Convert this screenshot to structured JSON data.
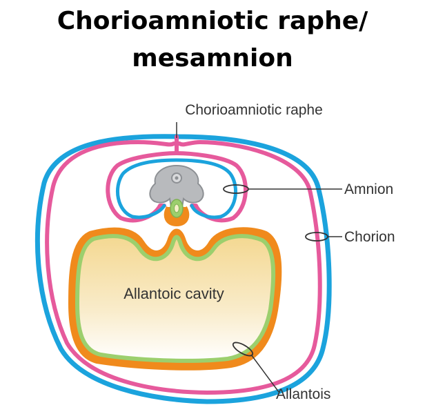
{
  "title": {
    "line1": "Chorioamniotic raphe/",
    "line2": "mesamnion"
  },
  "labels": {
    "raphe": "Chorioamniotic raphe",
    "amnion": "Amnion",
    "chorion": "Chorion",
    "allantoic_cavity": "Allantoic cavity",
    "allantois": "Allantois"
  },
  "colors": {
    "chorion_blue": "#1ba3dd",
    "amnion_pink": "#e65a9c",
    "allantois_orange": "#f08a1c",
    "allantois_green": "#9ccf6d",
    "embryo_gray": "#b8babd",
    "cavity_fill": "#f6dd9c"
  }
}
